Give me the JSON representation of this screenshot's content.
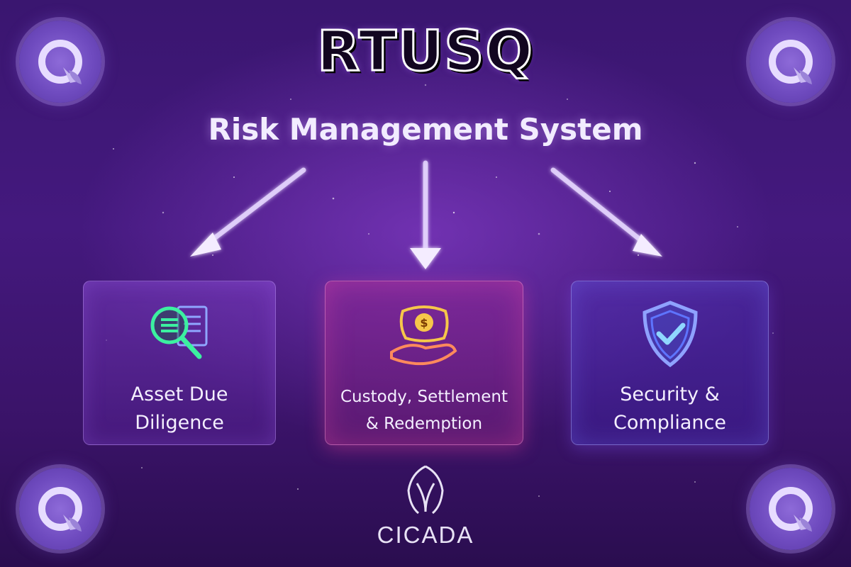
{
  "brand": {
    "name": "RTUSQ"
  },
  "header": {
    "title": "Risk Management System"
  },
  "cards": [
    {
      "label": "Asset Due\nDiligence",
      "icon": "magnifier-document-icon"
    },
    {
      "label": "Custody, Settlement\n& Redemption",
      "icon": "hand-money-bag-icon"
    },
    {
      "label": "Security &\nCompliance",
      "icon": "shield-check-icon"
    }
  ],
  "footer": {
    "name": "CICADA",
    "icon": "cicada-logo-icon"
  },
  "corner_logos": {
    "icon": "q-leaf-logo-icon"
  },
  "colors": {
    "background": "#3f1775",
    "accent_green": "#3cf0a0",
    "accent_gold": "#f6c64a",
    "accent_blue": "#6f8dff"
  }
}
